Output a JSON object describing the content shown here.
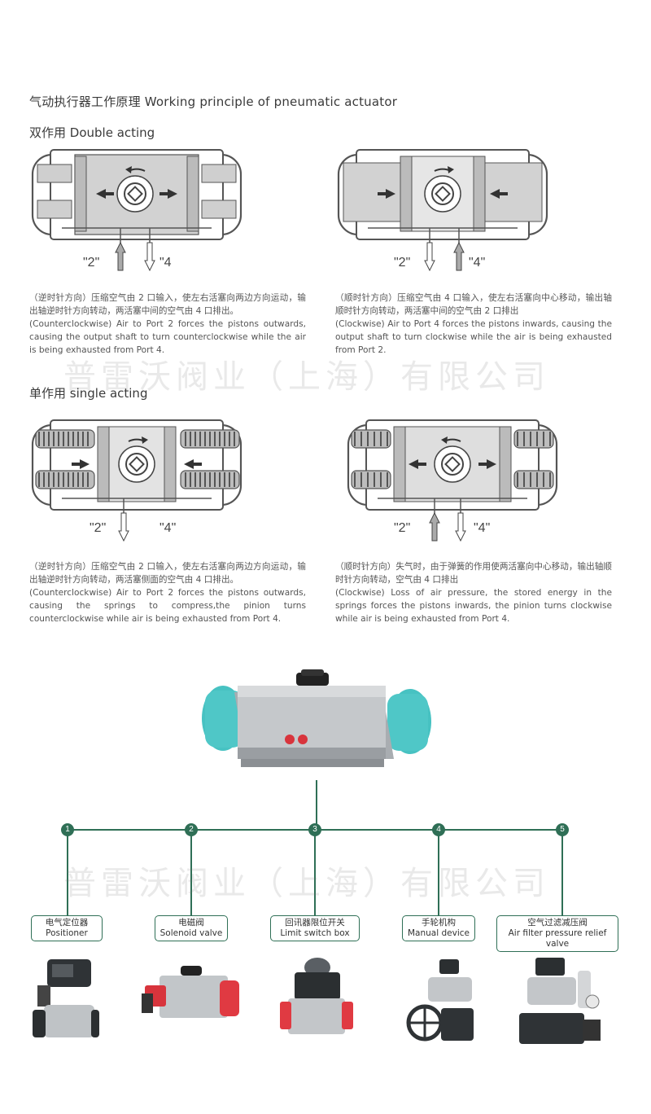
{
  "page": {
    "title": "气动执行器工作原理 Working principle of pneumatic actuator",
    "double_acting": {
      "heading": "双作用  Double acting",
      "left": {
        "port_2": "\"2\"",
        "port_4": "\"4",
        "cn": "（逆时针方向）压缩空气由 2 口输入，使左右活塞向两边方向运动，输出轴逆时针方向转动，两活塞中间的空气由 4 口排出。",
        "en": "(Counterclockwise) Air to Port 2 forces the pistons outwards, causing the output shaft to turn counterclockwise while the air is being exhausted from Port 4."
      },
      "right": {
        "port_2": "\"2\"",
        "port_4": "\"4\"",
        "cn": "（顺时针方向）压缩空气由 4 口输入，使左右活塞向中心移动，输出轴顺时针方向转动，两活塞中间的空气由 2 口排出",
        "en": "(Clockwise) Air to Port 4 forces the pistons inwards, causing the output shaft to turn clockwise while the air is being exhausted from Port 2."
      }
    },
    "single_acting": {
      "heading": "单作用  single acting",
      "left": {
        "port_2": "\"2\"",
        "port_4": "\"4\"",
        "cn": "（逆时针方向）压缩空气由 2 口输入，使左右活塞向两边方向运动，输出轴逆时针方向转动，两活塞侧面的空气由 4 口排出。",
        "en": "(Counterclockwise) Air to Port 2 forces the pistons outwards, causing the springs to compress,the pinion turns counterclockwise while air is being exhausted from Port 4."
      },
      "right": {
        "port_2": "\"2\"",
        "port_4": "\"4\"",
        "cn": "（顺时针方向）失气时，由于弹簧的作用使两活塞向中心移动，输出轴顺时针方向转动，空气由 4 口排出",
        "en": "(Clockwise) Loss of air pressure, the stored energy in the springs forces the pistons inwards, the pinion turns clockwise while air is being exhausted from Port 4."
      }
    },
    "watermark": "普雷沃阀业（上海）有限公司",
    "accessories": [
      {
        "num": "1",
        "cn": "电气定位器",
        "en": "Positioner"
      },
      {
        "num": "2",
        "cn": "电磁阀",
        "en": "Solenoid valve"
      },
      {
        "num": "3",
        "cn": "回讯器限位开关",
        "en": "Limit switch box"
      },
      {
        "num": "4",
        "cn": "手轮机构",
        "en": "Manual device"
      },
      {
        "num": "5",
        "cn": "空气过滤减压阀",
        "en": "Air filter pressure relief valve"
      }
    ],
    "colors": {
      "accent": "#2f6f56",
      "actuator_cap": "#4fc7c7",
      "body": "#b9bcbf",
      "red": "#d8343c"
    }
  }
}
